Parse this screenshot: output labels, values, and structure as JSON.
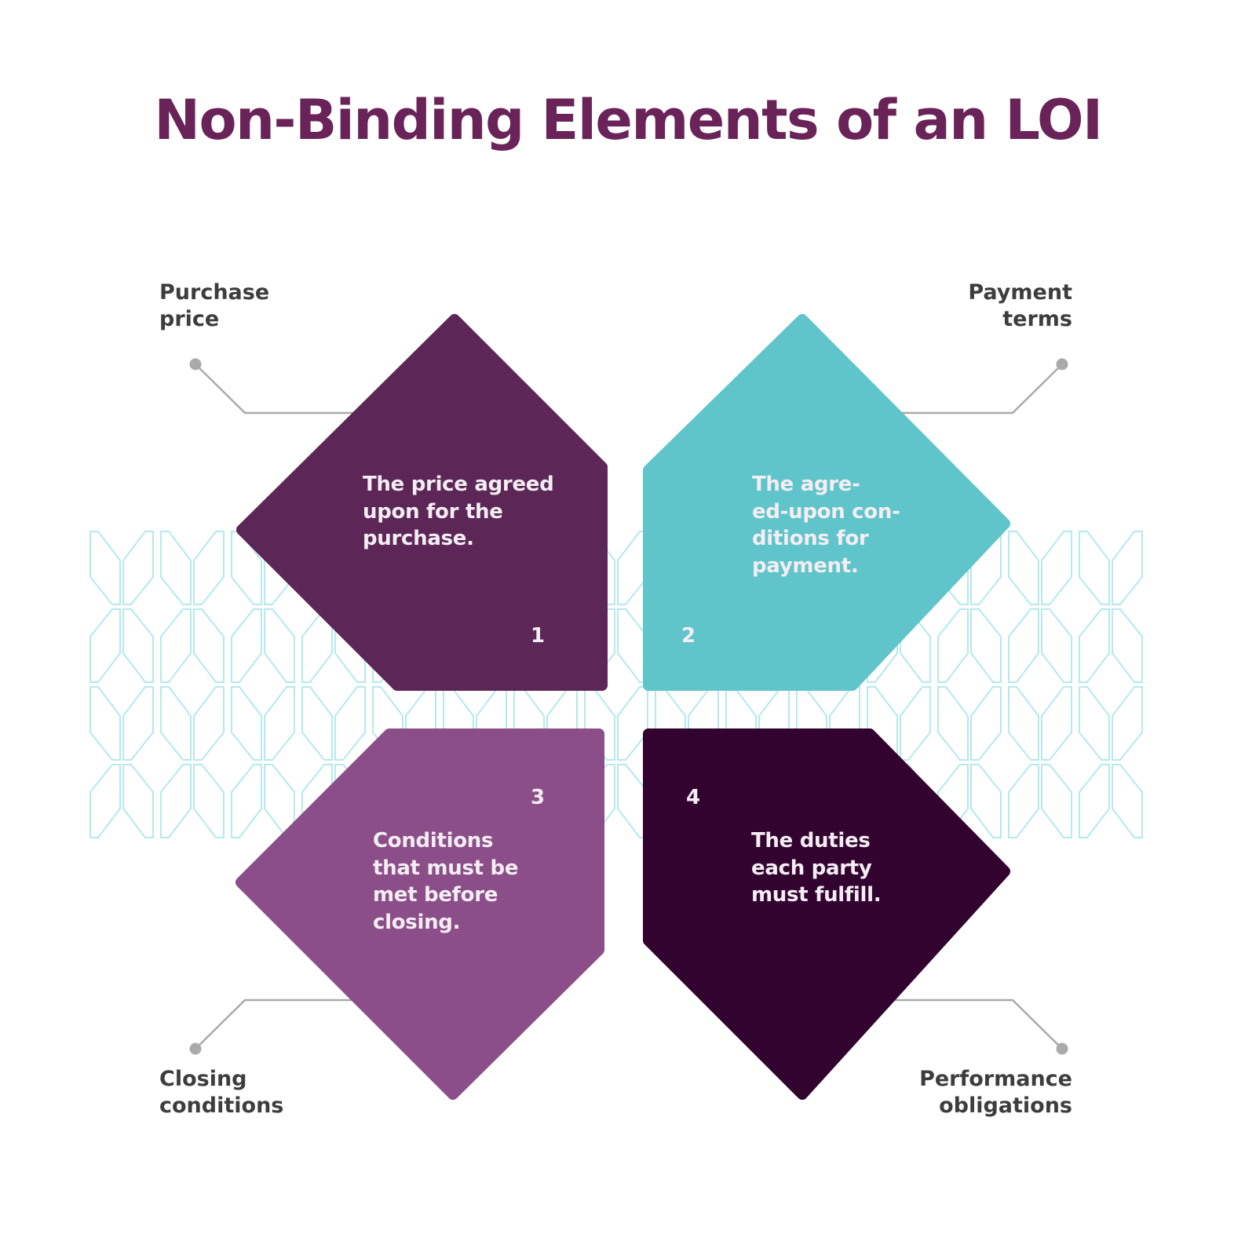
{
  "title": "Non-Binding Elements of an LOI",
  "colors": {
    "title": "#6a2358",
    "label": "#3d3d3d",
    "connector": "#aaaaaa",
    "pattern": "#b5e9ec",
    "card_text": "#f4eef4"
  },
  "elements": [
    {
      "number": "1",
      "label": "Purchase\nprice",
      "description": "The price agreed\nupon for the\npurchase.",
      "color": "#5c2756"
    },
    {
      "number": "2",
      "label": "Payment\nterms",
      "description": "The agre-\ned-upon con-\nditions for\npayment.",
      "color": "#60c5ca"
    },
    {
      "number": "3",
      "label": "Closing\nconditions",
      "description": "Conditions\nthat must be\nmet before\nclosing.",
      "color": "#8c4e89"
    },
    {
      "number": "4",
      "label": "Performance\nobligations",
      "description": "The duties\neach party\nmust fulfill.",
      "color": "#330330"
    }
  ]
}
